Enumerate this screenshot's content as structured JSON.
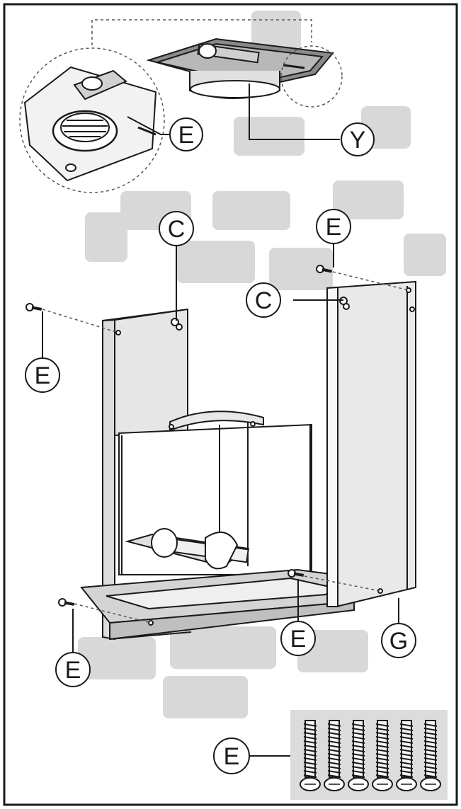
{
  "callouts": {
    "e_detail": "E",
    "y": "Y",
    "c_left": "C",
    "e_top_right": "E",
    "c_right": "C",
    "e_left": "E",
    "e_bottom_left": "E",
    "e_bottom_mid": "E",
    "g": "G",
    "e_legend": "E"
  },
  "legend": {
    "screw_count": 6
  },
  "colors": {
    "line": "#1a1a1a",
    "panel": "#e6e6e6",
    "ghost": "#d6d6d6",
    "legend_bg": "#dcdcdc"
  }
}
